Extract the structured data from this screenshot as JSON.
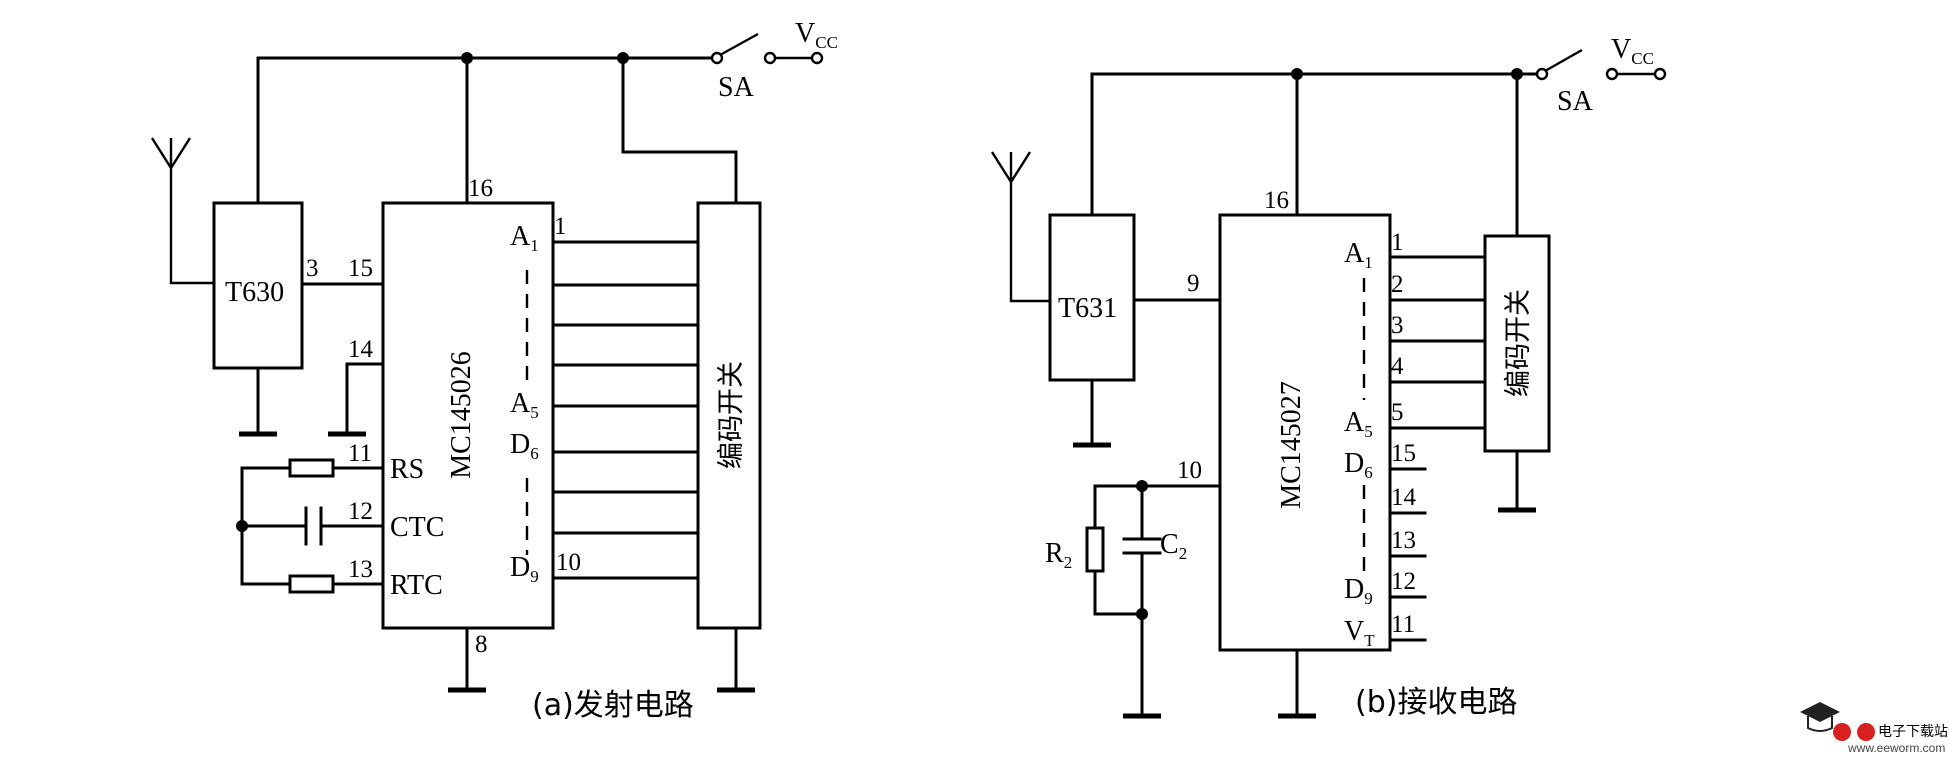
{
  "circuit_a": {
    "caption": "(a)发射电路",
    "module": "T630",
    "chip": "MC145026",
    "switch_block": "编码开关",
    "switch_label": "SA",
    "vcc": "V",
    "vcc_sub": "CC",
    "pins": {
      "p16": "16",
      "p3": "3",
      "p15": "15",
      "p14": "14",
      "p11": "11",
      "p12": "12",
      "p13": "13",
      "p1": "1",
      "p10": "10",
      "p8": "8"
    },
    "labels": {
      "rs": "RS",
      "ctc": "CTC",
      "rtc": "RTC",
      "a1": "A",
      "a1_sub": "1",
      "a5": "A",
      "a5_sub": "5",
      "d6": "D",
      "d6_sub": "6",
      "d9": "D",
      "d9_sub": "9"
    }
  },
  "circuit_b": {
    "caption": "(b)接收电路",
    "module": "T631",
    "chip": "MC145027",
    "switch_block": "编码开关",
    "switch_label": "SA",
    "vcc": "V",
    "vcc_sub": "CC",
    "r2": "R",
    "r2_sub": "2",
    "c2": "C",
    "c2_sub": "2",
    "pins": {
      "p16": "16",
      "p9": "9",
      "p10": "10",
      "p1": "1",
      "p2": "2",
      "p3": "3",
      "p4": "4",
      "p5": "5",
      "p15": "15",
      "p14": "14",
      "p13": "13",
      "p12": "12",
      "p11": "11"
    },
    "labels": {
      "a1": "A",
      "a1_sub": "1",
      "a5": "A",
      "a5_sub": "5",
      "d6": "D",
      "d6_sub": "6",
      "d9": "D",
      "d9_sub": "9",
      "vt": "V",
      "vt_sub": "T"
    }
  },
  "watermark": {
    "text": "电子下载站",
    "url": "www.eeworm.com"
  }
}
